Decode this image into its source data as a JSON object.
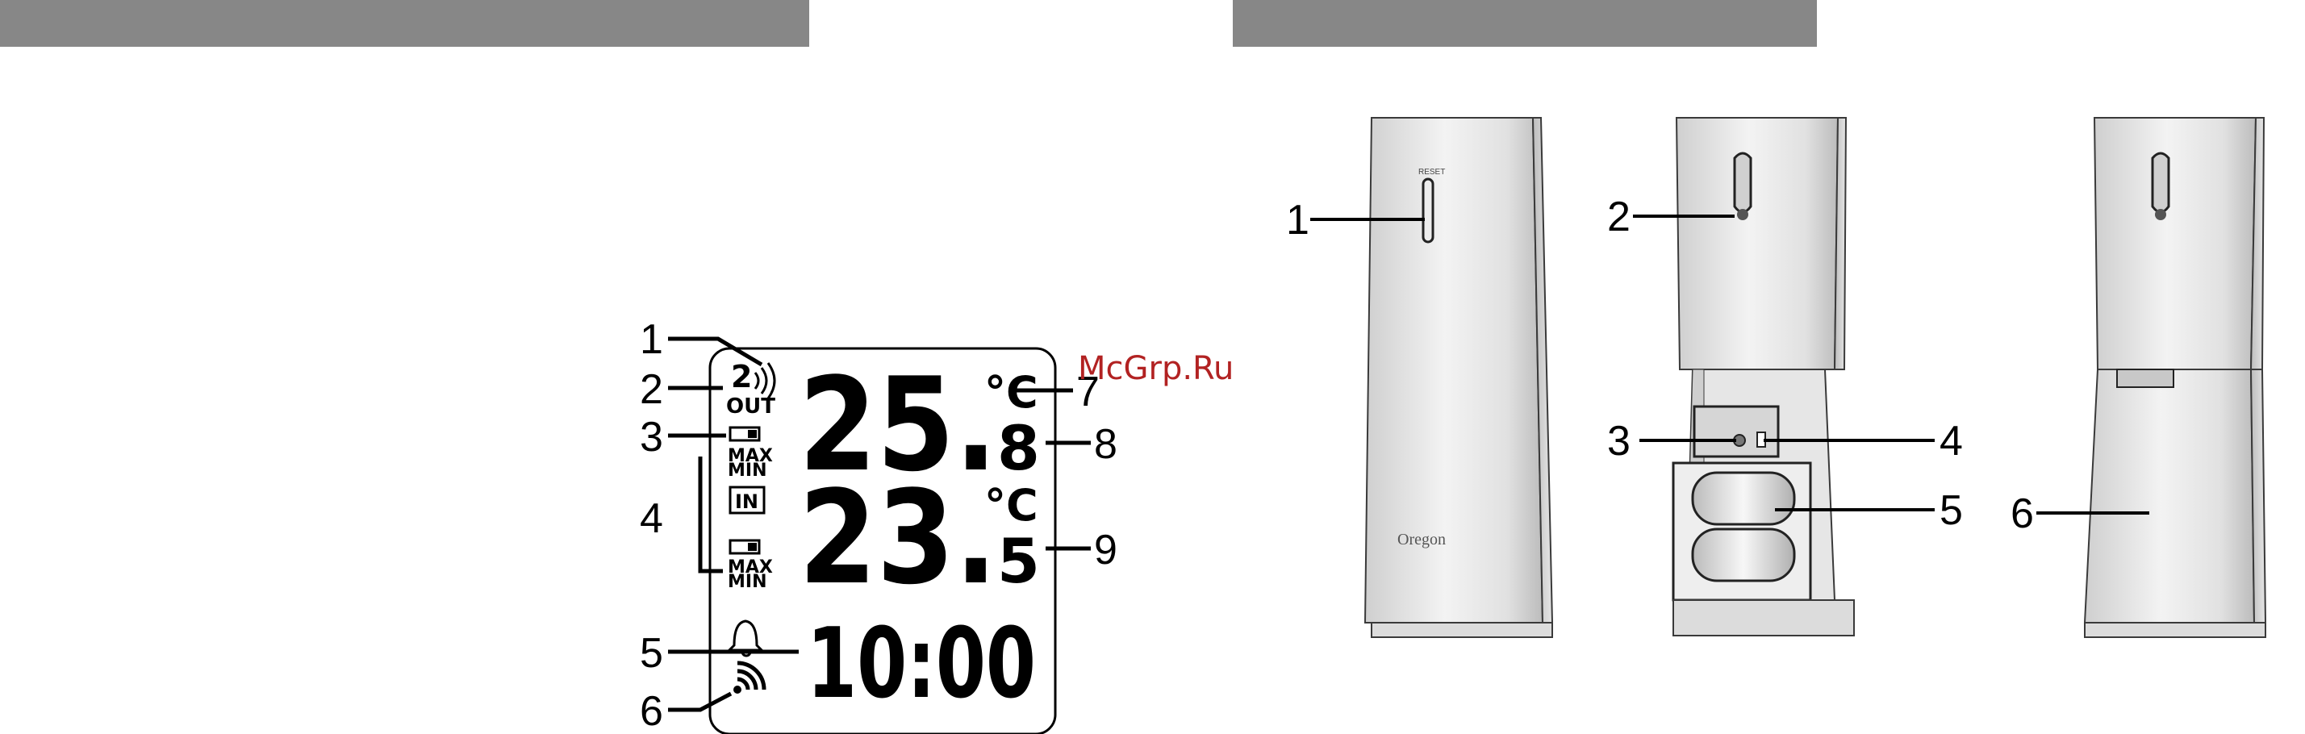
{
  "watermark": "McGrp.Ru",
  "display": {
    "out_channel": "2",
    "out_label": "OUT",
    "max_label": "MAX",
    "min_label": "MIN",
    "in_label": "IN",
    "outdoor_temp_main": "25.",
    "outdoor_temp_decimal": "8",
    "indoor_temp_main": "23.",
    "indoor_temp_decimal": "5",
    "degree_unit_1": "°C",
    "degree_unit_2": "°C",
    "clock": "10:00"
  },
  "lcd_callouts": [
    "1",
    "2",
    "3",
    "4",
    "5",
    "6",
    "7",
    "8",
    "9"
  ],
  "unit_callouts": [
    "1",
    "2",
    "3",
    "4",
    "5",
    "6"
  ],
  "unit_text": {
    "brand": "Oregon",
    "top_mark": "RESET"
  },
  "colors": {
    "header_bar": "#878787",
    "watermark": "#b22222",
    "device_body": "#d9d9d9",
    "device_shade": "#c4c4c4",
    "device_highlight": "#f2f2f2",
    "outline": "#3a3a3a"
  }
}
